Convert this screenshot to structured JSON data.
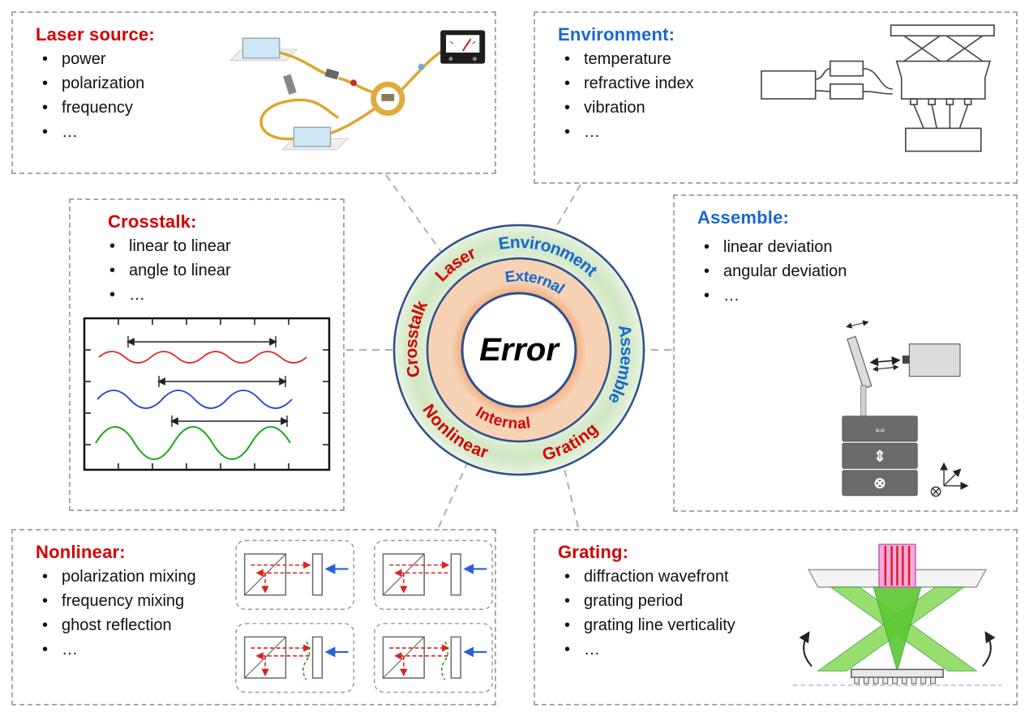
{
  "palette": {
    "red": "#d40000",
    "blue": "#1767d2",
    "ring_border": "#2e4e8e",
    "ring_outer_fill": "#d9ecd0",
    "ring_mid_fill": "#f5c7a2"
  },
  "center": {
    "error_label": "Error",
    "inner_ring": {
      "top": {
        "label": "External",
        "color": "#1767d2"
      },
      "bottom": {
        "label": "Internal",
        "color": "#d40000"
      }
    },
    "outer_ring": [
      {
        "label": "Crosstalk",
        "color": "#d40000"
      },
      {
        "label": "Laser",
        "color": "#d40000"
      },
      {
        "label": "Environment",
        "color": "#1767d2"
      },
      {
        "label": "Assemble",
        "color": "#1767d2"
      },
      {
        "label": "Nonlinear",
        "color": "#d40000"
      },
      {
        "label": "Grating",
        "color": "#d40000"
      }
    ]
  },
  "boxes": {
    "laser": {
      "title": "Laser source:",
      "items": [
        "power",
        "polarization",
        "frequency",
        "…"
      ]
    },
    "environment": {
      "title": "Environment:",
      "items": [
        "temperature",
        "refractive index",
        "vibration",
        "…"
      ]
    },
    "crosstalk": {
      "title": "Crosstalk:",
      "items": [
        "linear to linear",
        "angle to linear",
        "…"
      ]
    },
    "assemble": {
      "title": "Assemble:",
      "items": [
        "linear deviation",
        "angular deviation",
        "…"
      ]
    },
    "nonlinear": {
      "title": "Nonlinear:",
      "items": [
        "polarization mixing",
        "frequency mixing",
        "ghost reflection",
        "…"
      ]
    },
    "grating": {
      "title": "Grating:",
      "items": [
        "diffraction wavefront",
        "grating period",
        "grating line verticality",
        "…"
      ]
    }
  },
  "assemble_symbols": {
    "x": "⇔",
    "y": "⇕",
    "z": "⊗"
  }
}
